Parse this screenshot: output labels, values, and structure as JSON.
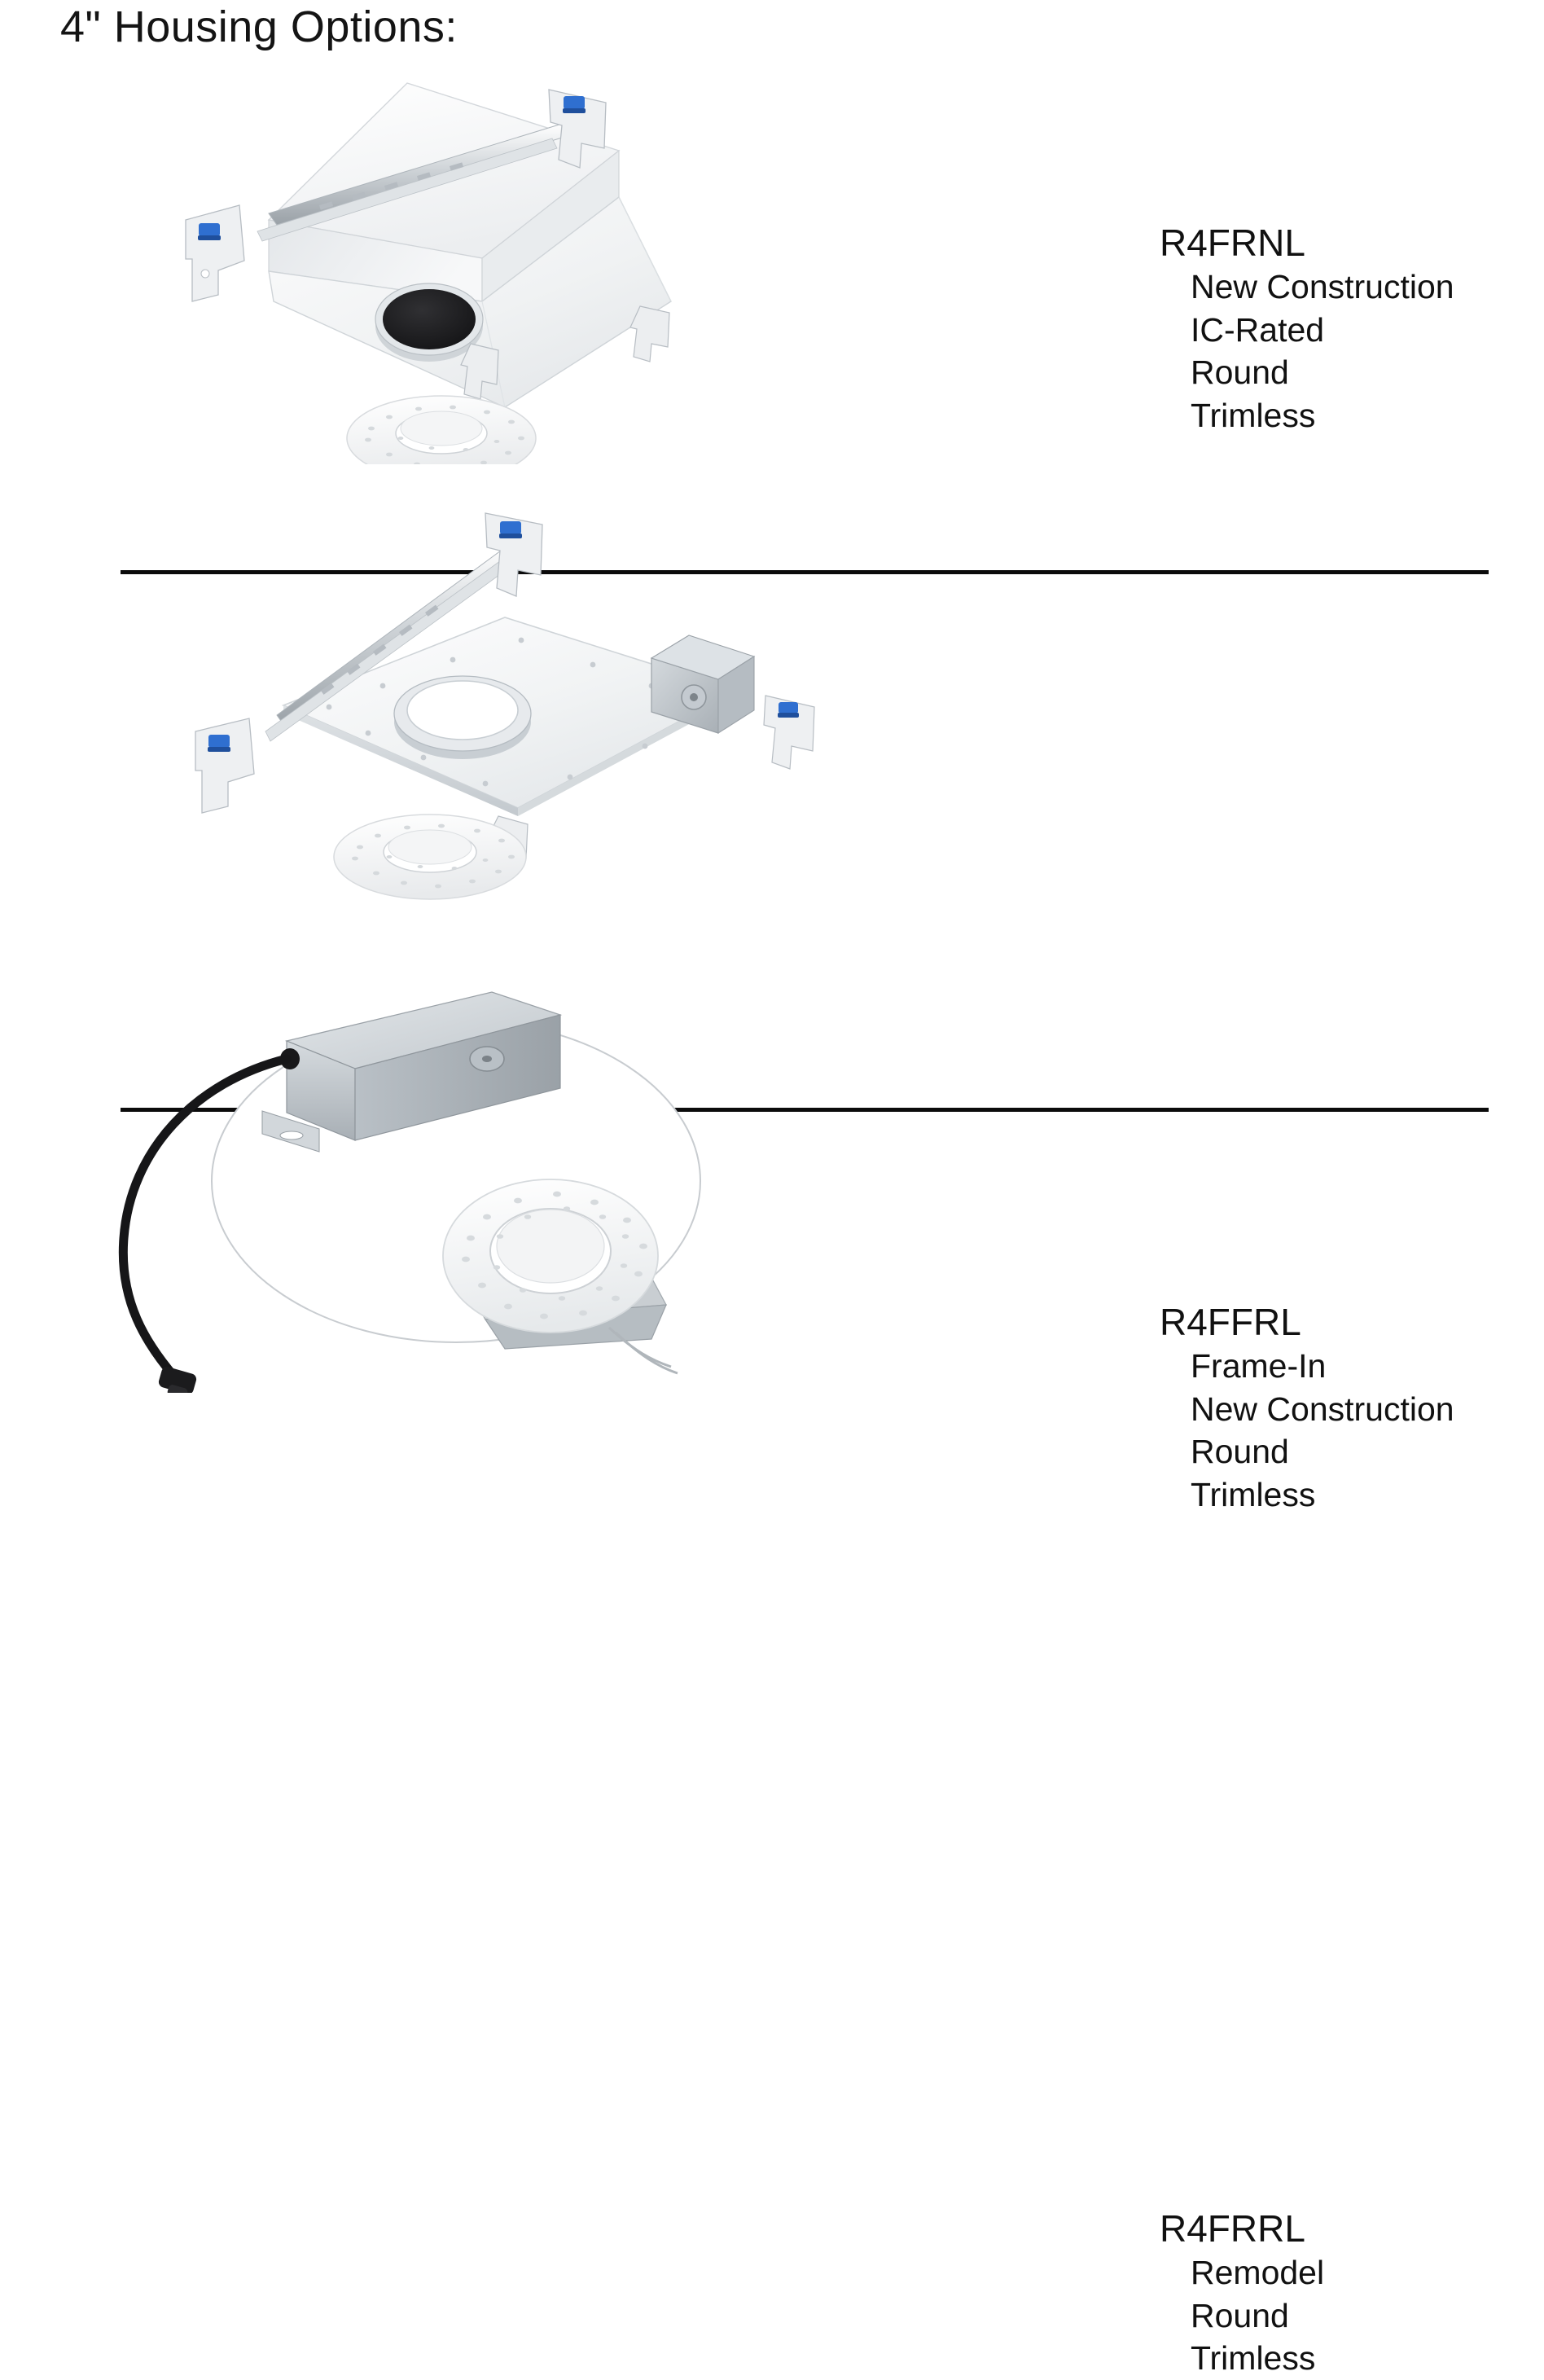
{
  "page": {
    "title": "4\" Housing Options:",
    "background_color": "#ffffff",
    "text_color": "#111111",
    "divider_color": "#0b0b0b"
  },
  "sections": [
    {
      "model": "R4FRNL",
      "attributes": [
        "New Construction",
        "IC-Rated",
        "Round",
        "Trimless"
      ],
      "image": {
        "name": "new-construction-ic-rated-housing-photo",
        "parts": [
          "rectangular sheet-metal housing box",
          "adjustable hanger bar",
          "blue-tipped mounting brackets",
          "black round aperture",
          "white perforated trimless flange ring"
        ],
        "colors": {
          "housing": "#f2f3f4",
          "housing_shade": "#d9dcde",
          "aperture": "#1b1b1d",
          "bracket_accent": "#2f6fd0",
          "metal": "#c9ced2"
        }
      }
    },
    {
      "model": "R4FFRL",
      "attributes": [
        "Frame-In",
        "New Construction",
        "Round",
        "Trimless"
      ],
      "image": {
        "name": "frame-in-new-construction-housing-photo",
        "parts": [
          "flat frame-in mounting plate",
          "adjustable hanger bar",
          "blue-tipped mounting brackets",
          "junction box",
          "white round aperture collar",
          "white perforated trimless flange ring"
        ],
        "colors": {
          "plate": "#f4f5f6",
          "plate_shade": "#dfe2e4",
          "aperture": "#ffffff",
          "bracket_accent": "#2f6fd0",
          "metal": "#c9ced2"
        }
      }
    },
    {
      "model": "R4FRRL",
      "attributes": [
        "Remodel",
        "Round",
        "Trimless"
      ],
      "image": {
        "name": "remodel-housing-photo",
        "parts": [
          "galvanized junction box",
          "black quick-connect cable with connector",
          "white perforated trimless flange ring",
          "metal mounting bracket"
        ],
        "colors": {
          "junction_box": "#c6cbcf",
          "junction_box_shade": "#a8aeb3",
          "cable": "#161618",
          "ring": "#f6f7f8",
          "metal": "#c9ced2"
        }
      }
    }
  ]
}
